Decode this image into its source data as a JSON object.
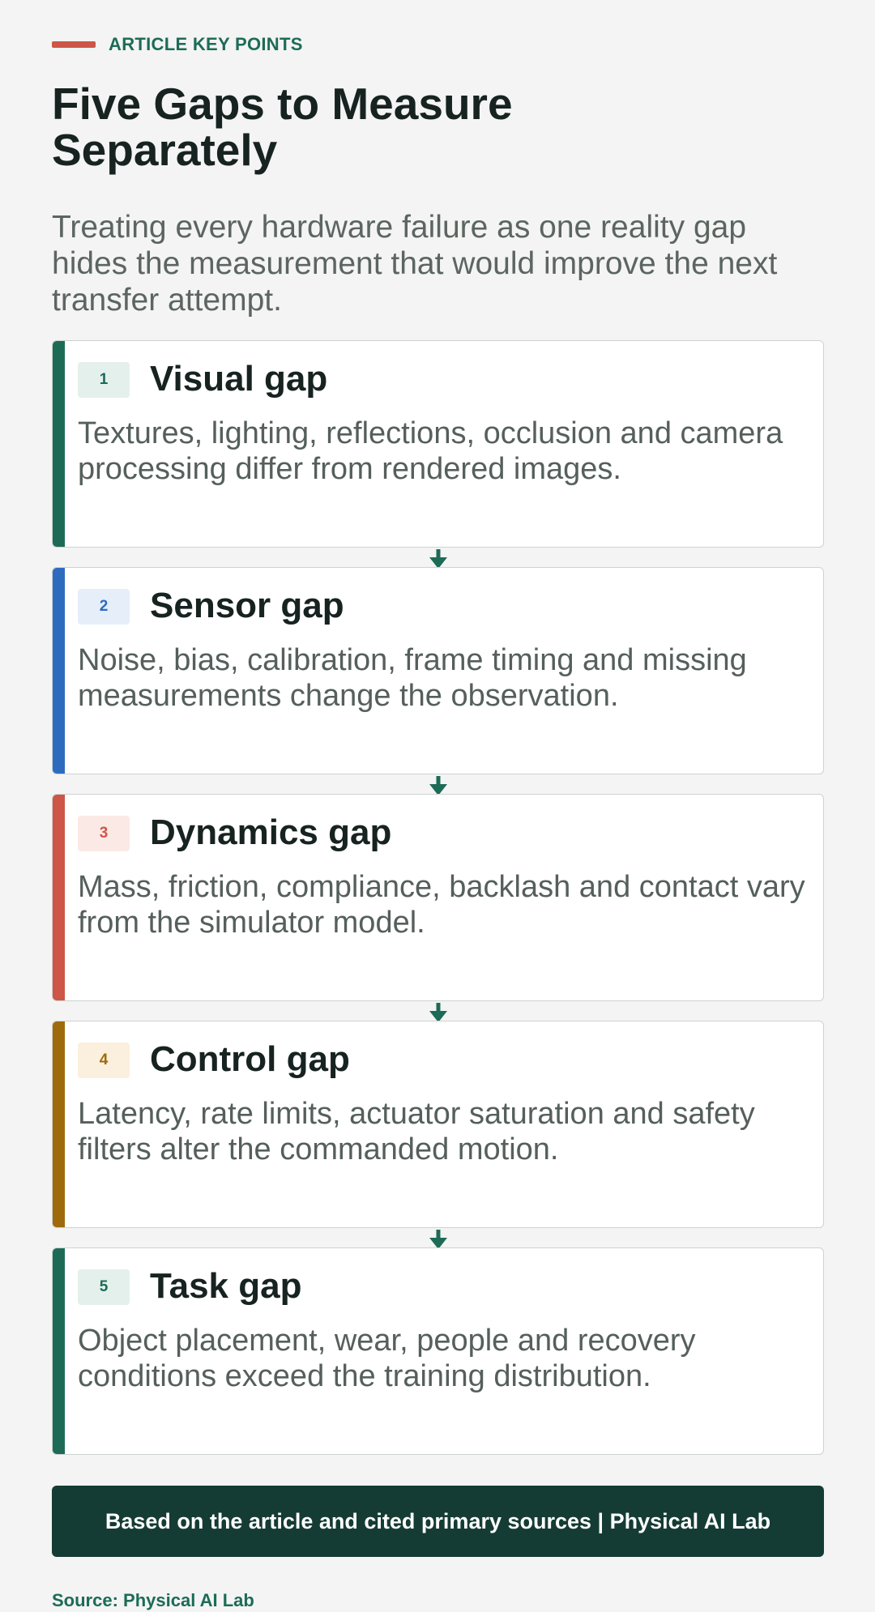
{
  "header": {
    "kicker": "ARTICLE KEY POINTS",
    "title": "Five Gaps to Measure Separately",
    "subtitle": "Treating every hardware failure as one reality gap hides the measurement that would improve the next transfer attempt."
  },
  "colors": {
    "kicker_bar": "#cd5647",
    "green": "#1d6b57",
    "blue": "#2d6bbf",
    "red": "#cd5647",
    "amber": "#9e6a0c",
    "footer_bg": "#153c34"
  },
  "gaps": [
    {
      "number": "1",
      "title": "Visual gap",
      "body": "Textures, lighting, reflections, occlusion and camera processing differ from rendered images.",
      "accent": "#1d6b57",
      "badge_bg": "#e4f0ec",
      "badge_fg": "#1d6b57"
    },
    {
      "number": "2",
      "title": "Sensor gap",
      "body": "Noise, bias, calibration, frame timing and missing measurements change the observation.",
      "accent": "#2d6bbf",
      "badge_bg": "#e6eef9",
      "badge_fg": "#2d6bbf"
    },
    {
      "number": "3",
      "title": "Dynamics gap",
      "body": "Mass, friction, compliance, backlash and contact vary from the simulator model.",
      "accent": "#cd5647",
      "badge_bg": "#fbe9e6",
      "badge_fg": "#cd5647"
    },
    {
      "number": "4",
      "title": "Control gap",
      "body": "Latency, rate limits, actuator saturation and safety filters alter the commanded motion.",
      "accent": "#9e6a0c",
      "badge_bg": "#fbf0dd",
      "badge_fg": "#9e6a0c"
    },
    {
      "number": "5",
      "title": "Task gap",
      "body": "Object placement, wear, people and recovery conditions exceed the training distribution.",
      "accent": "#1d6b57",
      "badge_bg": "#e4f0ec",
      "badge_fg": "#1d6b57"
    }
  ],
  "footer": {
    "banner": "Based on the article and cited primary sources | Physical AI Lab",
    "source": "Source: Physical AI Lab"
  }
}
